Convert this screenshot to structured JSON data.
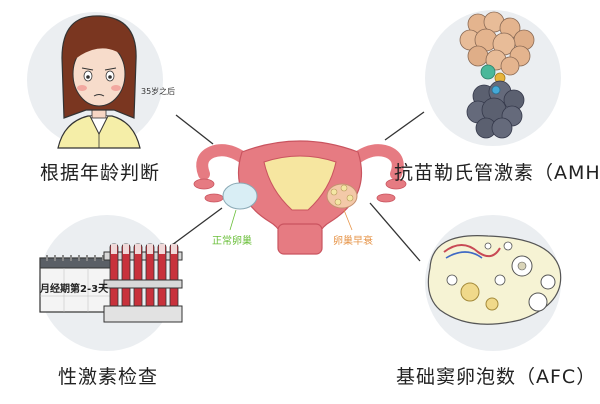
{
  "labels": {
    "age": "根据年龄判断",
    "amh": "抗苗勒氏管激素（AMH）",
    "hormone": "性激素检查",
    "afc": "基础窦卵泡数（AFC）"
  },
  "center": {
    "normal_ovary": "正常卵巢",
    "premature_ovary": "卵巢早衰"
  },
  "girl": {
    "age_note": "35岁之后"
  },
  "calendar": {
    "text": "月经期第2-3天"
  },
  "colors": {
    "circle": "#ebeef1",
    "uterus": "#e67b82",
    "uterus_dark": "#c9545f",
    "ovary": "#f3e9a6",
    "normal_text": "#6bbf3b",
    "premature_text": "#e6954a",
    "protein_top": "#e4b48e",
    "protein_bottom": "#5b6070",
    "tube_blood": "#c8323c"
  },
  "icons": [
    "worried-woman-icon",
    "protein-molecule-icon",
    "calendar-icon",
    "blood-tube-rack-icon",
    "ovary-follicle-icon",
    "uterus-icon"
  ]
}
